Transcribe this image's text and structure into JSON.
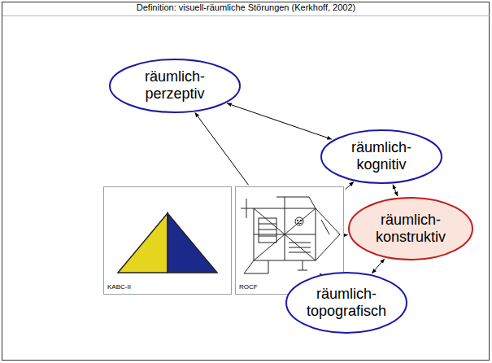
{
  "diagram": {
    "title": "Definition: visuell-räumliche Störungen (Kerkhoff, 2002)",
    "nodes": [
      {
        "text": [
          "räumlich- perzeptiv"
        ]
      },
      {
        "text": [
          "räumlich- kognitiv"
        ]
      },
      {
        "text": [
          "KABC-II"
        ]
      },
      {
        "text": [
          "ROCF"
        ]
      },
      {
        "text": [
          "räumlich- konstruktiv"
        ]
      },
      {
        "text": [
          "räumlich- topografisch"
        ]
      }
    ],
    "edges": [
      {
        "from": 0,
        "to": 1,
        "arrow": "both"
      },
      {
        "from": 3,
        "to": 0,
        "arrow": "to"
      },
      {
        "from": 3,
        "to": 1,
        "arrow": "to"
      },
      {
        "from": 3,
        "to": 4,
        "arrow": "to"
      },
      {
        "from": 3,
        "to": 5,
        "arrow": "to"
      },
      {
        "from": 1,
        "to": 4,
        "arrow": "both"
      },
      {
        "from": 4,
        "to": 5,
        "arrow": "both"
      }
    ]
  }
}
